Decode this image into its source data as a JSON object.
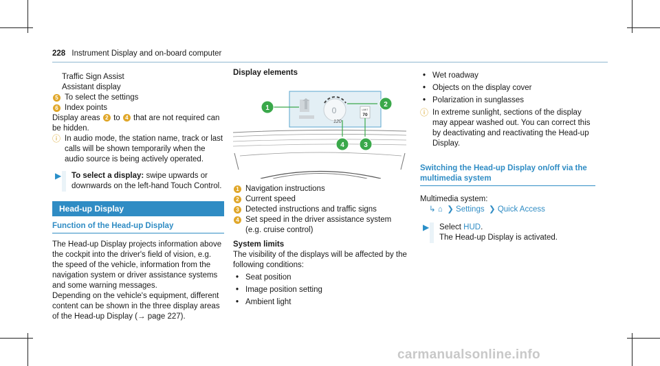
{
  "header": {
    "page_number": "228",
    "title": "Instrument Display and on-board computer"
  },
  "left": {
    "l1": "Traffic Sign Assist",
    "l2": "Assistant display",
    "item5": {
      "num": "5",
      "text": "To select the settings"
    },
    "item6": {
      "num": "6",
      "text": "Index points"
    },
    "areas_a": "Display areas ",
    "areas_n1": "2",
    "areas_to": " to ",
    "areas_n2": "4",
    "areas_b": " that are not required can be hidden.",
    "info1": "In audio mode, the station name, track or last calls will be shown temporarily when the audio source is being actively operated.",
    "step_bold": "To select a display:",
    "step_text": " swipe upwards or downwards on the left-hand Touch Control.",
    "band": "Head-up Display",
    "func_head": "Function of the Head-up Display",
    "para1": "The Head-up Display projects information above the cockpit into the driver's field of vision, e.g. the speed of the vehicle, information from the navigation system or driver assistance systems and some warning messages.",
    "para2": "Depending on the vehicle's equipment, different content can be shown in the three display areas of the Head-up Display (→ page 227)."
  },
  "middle": {
    "title": "Display elements",
    "fig_text": {
      "limit": "LIMIT",
      "limit_val": "70",
      "speed_val": "120"
    },
    "legend": [
      {
        "num": "1",
        "text": "Navigation instructions"
      },
      {
        "num": "2",
        "text": "Current speed"
      },
      {
        "num": "3",
        "text": "Detected instructions and traffic signs"
      },
      {
        "num": "4",
        "text": "Set speed in the driver assistance system (e.g. cruise control)"
      }
    ],
    "limits_title": "System limits",
    "limits_intro": "The visibility of the displays will be affected by the following conditions:",
    "limits": [
      "Seat position",
      "Image position setting",
      "Ambient light"
    ]
  },
  "right": {
    "bullets": [
      "Wet roadway",
      "Objects on the display cover",
      "Polarization in sunglasses"
    ],
    "info": "In extreme sunlight, sections of the display may appear washed out. You can correct this by deactivating and reactivating the Head-up Display.",
    "section_head": "Switching the Head-up Display on/off via the multimedia system",
    "multimedia_label": "Multimedia system:",
    "nav_settings": "Settings",
    "nav_quick": "Quick Access",
    "select_a": "Select ",
    "select_hud": "HUD",
    "select_b": ".",
    "activated": "The Head-up Display is activated."
  },
  "watermark": "carmanualsonline.info",
  "colors": {
    "accent": "#2f8cc4",
    "badge": "#e0a72a",
    "callout": "#3aa84a"
  }
}
